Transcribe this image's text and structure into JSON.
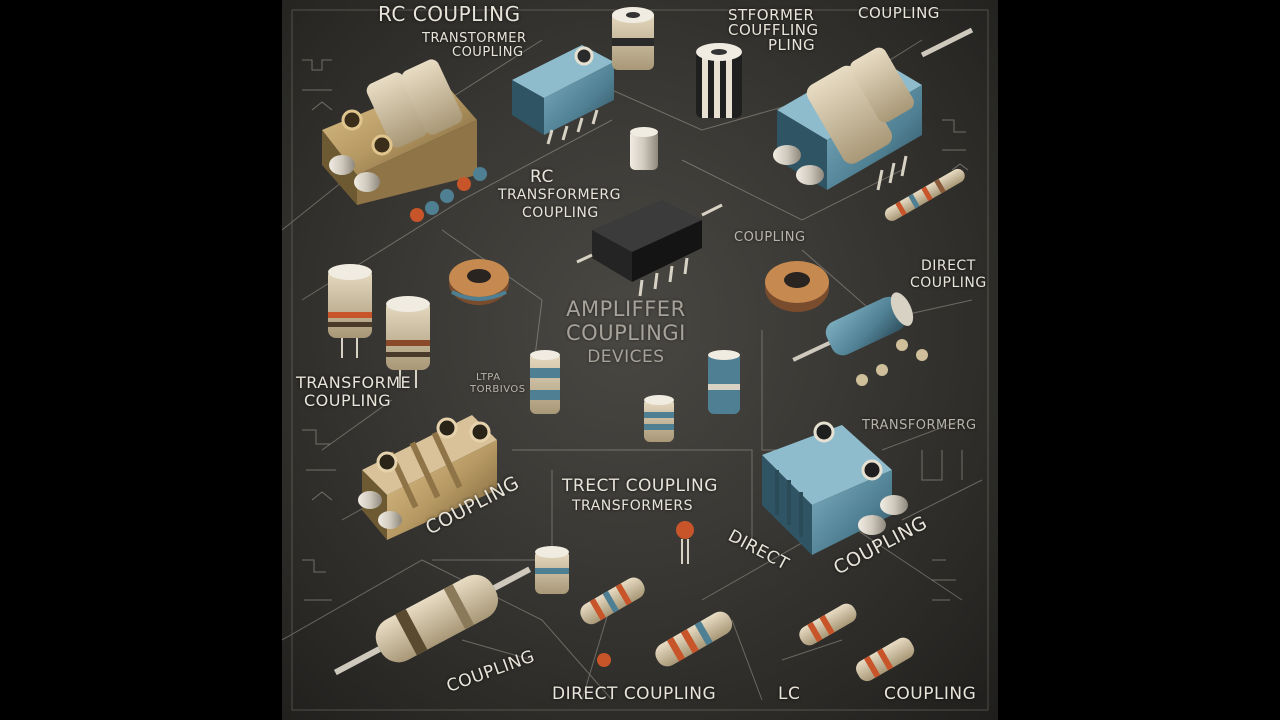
{
  "labels": {
    "rc_coupling_top": "RC COUPLING",
    "transformer_coupling_top_line1": "TRANSTORMER",
    "transformer_coupling_top_line2": "COUPLING",
    "stformer_line1": "STFORMER",
    "stformer_line2": "COUFFLING",
    "stformer_line3": "PLING",
    "coupling_top_right": "COUPLING",
    "rc_mid": "RC",
    "transformerg_mid": "TRANSFORMERG",
    "coupling_mid": "COUPLING",
    "coupling_right": "COUPLING",
    "direct_coupling_right_line1": "DIRECT",
    "direct_coupling_right_line2": "COUPLING",
    "center_title_line1": "AMPLIFFER",
    "center_title_line2": "COUPLINGI",
    "center_title_line3": "DEVICES",
    "transforme_left_line1": "TRANSFORME",
    "transforme_left_line2": "COUPLING",
    "ltpa_line1": "LTPA",
    "ltpa_line2": "TORBIVOS",
    "transformerg_right": "TRANSFORMERG",
    "coupling_diag_left": "COUPLING",
    "trect_coupling": "TRECT COUPLING",
    "transformers": "TRANSFORMERS",
    "direct_diag": "DIRECT",
    "coupling_diag_right": "COUPLING",
    "coupling_bottom_left": "COUPLING",
    "direct_coupling_bottom": "DIRECT COUPLING",
    "lc_bottom": "LC",
    "coupling_bottom_right": "COUPLING"
  },
  "colors": {
    "background": "#3a3935",
    "letterbox": "#000000",
    "text": "#e8e4da",
    "gold": "#b89a64",
    "teal": "#4f7f92",
    "orange": "#c8552a",
    "silver": "#cfc9bd"
  }
}
